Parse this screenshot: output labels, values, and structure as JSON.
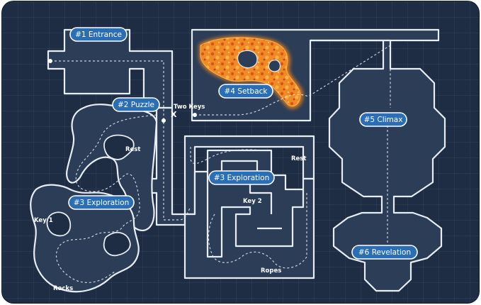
{
  "accent_color": "#2a6eb6",
  "wall_color": "#e8edf3",
  "room_color": "#2b3d57",
  "lava_color": "#f07a1c",
  "labels": {
    "entrance": "#1 Entrance",
    "puzzle": "#2 Puzzle",
    "exploration_left": "#3 Exploration",
    "exploration_center": "#3 Exploration",
    "setback": "#4 Setback",
    "climax": "#5 Climax",
    "revelation": "#6 Revelation"
  },
  "notes": {
    "two_keys": "Two Keys",
    "door_mark": "X",
    "rest_left": "Rest",
    "rest_right": "Rest",
    "key_1": "Key 1",
    "key_2": "Key 2",
    "rocks": "Rocks",
    "ropes": "Ropes"
  }
}
